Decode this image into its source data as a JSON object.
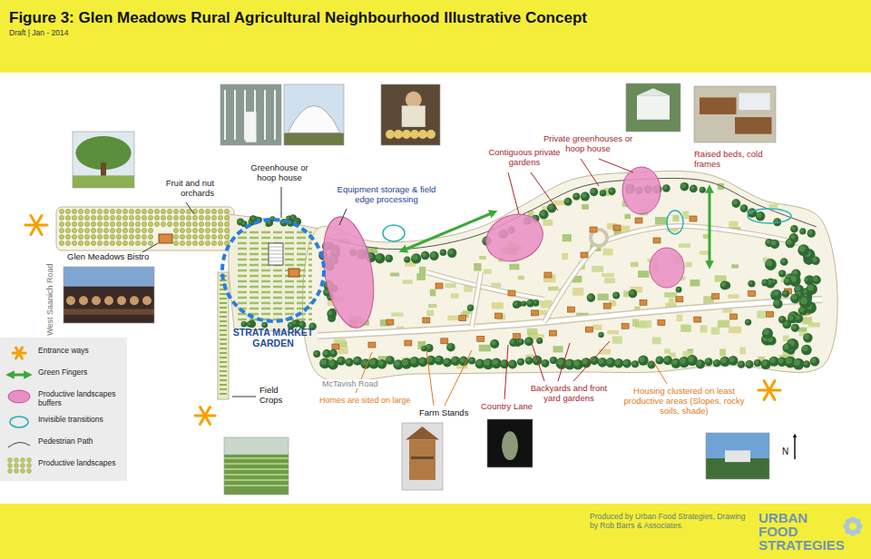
{
  "diagram": {
    "title": "Figure 3: Glen Meadows Rural Agricultural Neighbourhood Illustrative Concept",
    "nodes": [
      {
        "text": [
          "STRATA MARKET GARDEN"
        ]
      }
    ],
    "labels": [
      "Draft | Jan - 2014",
      "Fruit and nut orchards",
      "Greenhouse or hoop house",
      "Equipment storage & field edge processing",
      "Contiguous private gardens",
      "Private greenhouses or hoop house",
      "Raised beds, cold frames",
      "Glen Meadows Bistro",
      "West Saanich Road",
      "McTavish Road",
      "Field Crops",
      "Homes are sited on large",
      "Farm Stands",
      "Country Lane",
      "Backyards and front yard gardens",
      "Housing clustered on least productive areas (Slopes, rocky soils, shade)",
      "N",
      "Produced by Urban Food Strategies, Drawing by Rob Barrs & Associates.",
      "URBAN FOOD STRATEGIES"
    ],
    "legend": [
      {
        "text": "Entrance ways"
      },
      {
        "text": "Green Fingers"
      },
      {
        "text": "Productive landscapes buffers"
      },
      {
        "text": "Invisible transitions"
      },
      {
        "text": "Pedestrian Path"
      },
      {
        "text": "Productive landscapes"
      }
    ]
  }
}
